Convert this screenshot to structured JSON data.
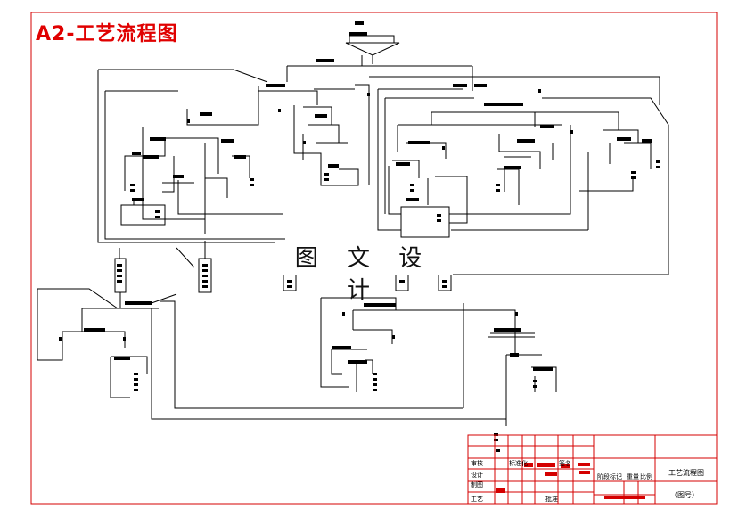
{
  "drawing": {
    "title": "A2-工艺流程图",
    "watermark": "图 文 设 计"
  },
  "title_block": {
    "drawing_name": "工艺流程图",
    "drawing_number": "（图号）",
    "stage_label": "阶段标记",
    "weight_label": "重量",
    "scale_label": "比例",
    "designer_label": "设计",
    "checker_label": "审核",
    "drafter_label": "制图",
    "process_label": "工艺",
    "standard_label": "标准化",
    "approve_label": "批准",
    "sign_label": "签名"
  },
  "colors": {
    "border": "#d40000",
    "lines": "#000000",
    "title": "#e00000"
  }
}
